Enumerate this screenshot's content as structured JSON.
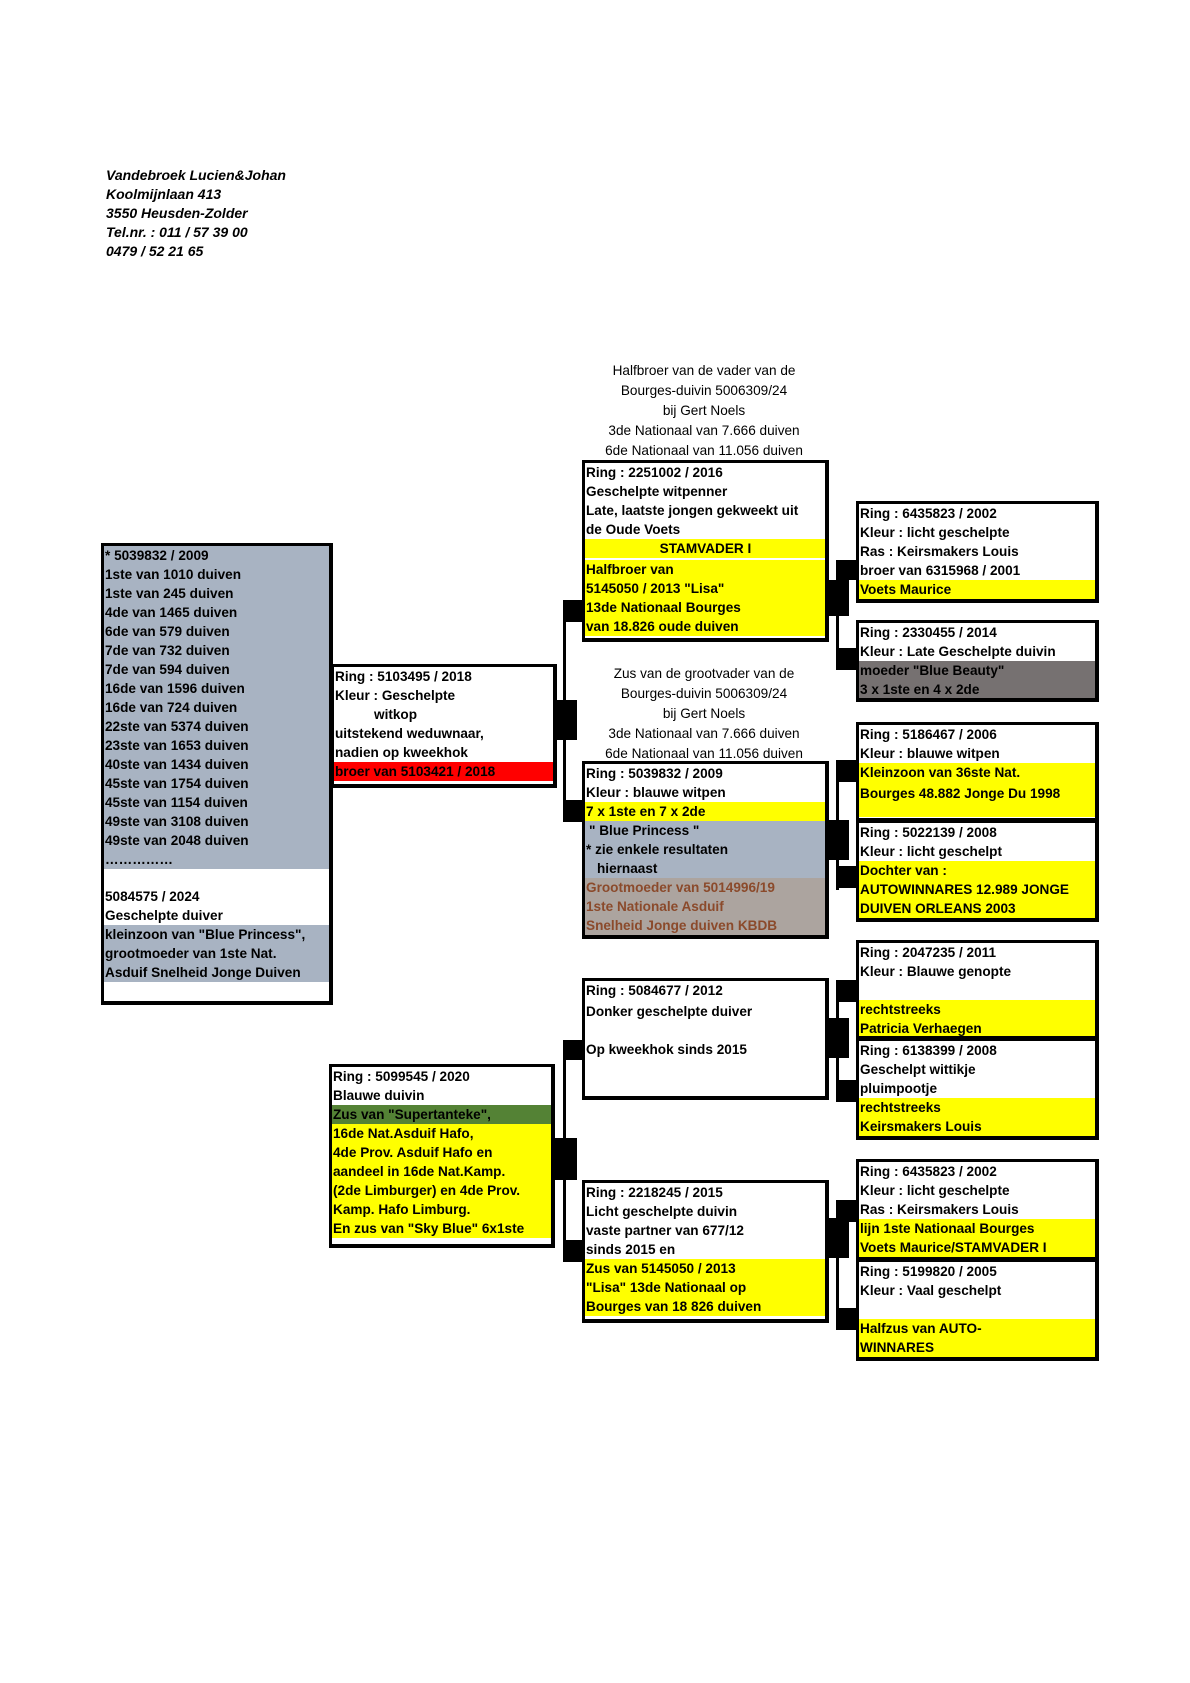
{
  "header": {
    "lines": [
      "Vandebroek Lucien&Johan",
      "Koolmijnlaan 413",
      "3550 Heusden-Zolder",
      "Tel.nr. : 011 / 57 39 00",
      "0479 / 52 21 65"
    ]
  },
  "main_bird": {
    "lines": [
      "* 5039832 / 2009",
      "1ste van 1010 duiven",
      "1ste van 245 duiven",
      "4de van 1465 duiven",
      "6de van 579 duiven",
      "7de van 732 duiven",
      "7de van 594 duiven",
      "16de van 1596 duiven",
      "16de van 724 duiven",
      "22ste van 5374 duiven",
      "23ste van 1653 duiven",
      "40ste van 1434 duiven",
      "45ste van 1754 duiven",
      "45ste van 1154 duiven",
      "49ste van 3108 duiven",
      "49ste van 2048 duiven",
      "……………"
    ],
    "subject_lines": [
      "5084575 / 2024",
      "Geschelpte duiver",
      "kleinzoon van \"Blue Princess\",",
      "grootmoeder van 1ste Nat.",
      "Asduif Snelheid Jonge Duiven"
    ]
  },
  "father": {
    "lines": [
      "Ring : 5103495 / 2018",
      "Kleur : Geschelpte",
      "witkop",
      "uitstekend weduwnaar,",
      "nadien op kweekhok",
      "broer van 5103421 / 2018"
    ]
  },
  "mother": {
    "lines": [
      "Ring : 5099545 / 2020",
      "Blauwe duivin",
      "Zus van \"Supertanteke\",",
      "16de Nat.Asduif Hafo,",
      "4de Prov. Asduif Hafo en",
      "aandeel in 16de Nat.Kamp.",
      "(2de Limburger) en 4de Prov.",
      "Kamp. Hafo Limburg.",
      "En zus van \"Sky Blue\" 6x1ste"
    ]
  },
  "note_ff": [
    "Halfbroer van de vader van de",
    "Bourges-duivin 5006309/24",
    "bij Gert Noels",
    "3de Nationaal van 7.666 duiven",
    "6de Nationaal van 11.056 duiven"
  ],
  "note_fm": [
    "Zus van de grootvader van de",
    "Bourges-duivin 5006309/24",
    "bij Gert Noels",
    "3de Nationaal van 7.666 duiven",
    "6de Nationaal van 11.056 duiven"
  ],
  "ff": {
    "lines": [
      "Ring : 2251002 / 2016",
      "Geschelpte witpenner",
      "Late, laatste jongen gekweekt uit",
      "de Oude Voets",
      "STAMVADER I",
      "Halfbroer van",
      "5145050 / 2013 \"Lisa\"",
      "13de Nationaal Bourges",
      "van 18.826 oude duiven"
    ]
  },
  "fm": {
    "lines": [
      "Ring : 5039832 / 2009",
      "Kleur : blauwe witpen",
      "7 x 1ste en 7 x 2de",
      "\" Blue Princess \"",
      "*  zie enkele resultaten",
      "hiernaast",
      "Grootmoeder van 5014996/19",
      "1ste Nationale Asduif",
      "Snelheid Jonge duiven KBDB"
    ]
  },
  "mf": {
    "lines": [
      "Ring : 5084677 / 2012",
      "Donker geschelpte duiver",
      "",
      "Op kweekhok sinds 2015"
    ]
  },
  "mm": {
    "lines": [
      "Ring : 2218245 / 2015",
      "Licht geschelpte duivin",
      "vaste partner van 677/12",
      "sinds 2015 en",
      "Zus van 5145050 / 2013",
      "\"Lisa\"  13de Nationaal op",
      "Bourges van 18 826 duiven"
    ]
  },
  "fff": {
    "lines": [
      "Ring : 6435823 / 2002",
      "Kleur : licht geschelpte",
      "Ras : Keirsmakers Louis",
      "broer van 6315968 / 2001",
      "Voets Maurice"
    ]
  },
  "ffm": {
    "lines": [
      "Ring : 2330455 / 2014",
      "Kleur : Late Geschelpte duivin",
      "moeder \"Blue Beauty\"",
      "3 x 1ste en 4 x 2de"
    ]
  },
  "fmf": {
    "lines": [
      "Ring : 5186467 / 2006",
      "Kleur : blauwe witpen",
      "Kleinzoon van 36ste Nat.",
      "Bourges 48.882 Jonge Du 1998"
    ]
  },
  "fmm": {
    "lines": [
      "Ring : 5022139 / 2008",
      "Kleur : licht geschelpt",
      "Dochter van :",
      "AUTOWINNARES 12.989 JONGE",
      "DUIVEN ORLEANS 2003"
    ]
  },
  "mff": {
    "lines": [
      "Ring : 2047235 / 2011",
      "Kleur : Blauwe genopte",
      "",
      "rechtstreeks",
      "Patricia Verhaegen"
    ]
  },
  "mfm": {
    "lines": [
      "Ring : 6138399 / 2008",
      "Geschelpt wittikje",
      "pluimpootje",
      "rechtstreeks",
      "Keirsmakers Louis"
    ]
  },
  "mmf": {
    "lines": [
      "Ring : 6435823 / 2002",
      "Kleur : licht geschelpte",
      "Ras : Keirsmakers Louis",
      "lijn 1ste Nationaal Bourges",
      "Voets Maurice/STAMVADER I"
    ]
  },
  "mmm": {
    "lines": [
      "Ring :  5199820 / 2005",
      "Kleur : Vaal geschelpt",
      "",
      "Halfzus van AUTO-",
      "WINNARES"
    ]
  },
  "colors": {
    "highlight": "#ffff00",
    "steel": "#a8b3c2",
    "alert": "#ff0000",
    "green": "#548235",
    "dark": "#767171",
    "tan": "#aca49f",
    "brown_text": "#8b4a2b"
  }
}
